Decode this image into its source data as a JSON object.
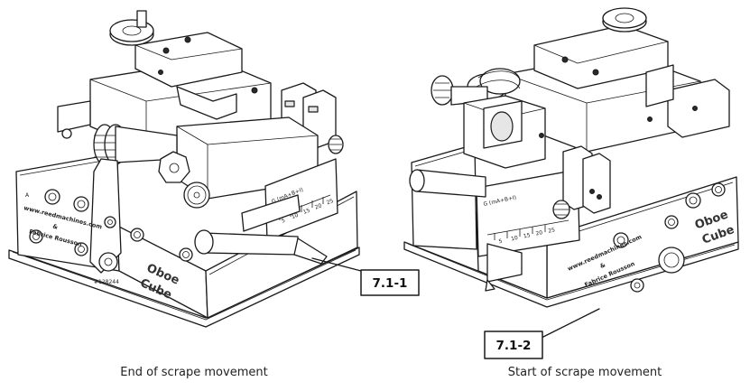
{
  "left_view": {
    "caption": "End of scrape movement",
    "label": "7.1-1",
    "brand_line1": "Oboe",
    "brand_line2": "Cube",
    "url": "www.reedmachines.com",
    "amp": "&",
    "author": "Fabrice Rousson",
    "scale_title": "G (mA+B+I)",
    "scale_ticks": [
      "5",
      "10",
      "15",
      "20",
      "25"
    ],
    "serial": "#128244",
    "mark_a": "A"
  },
  "right_view": {
    "caption": "Start of scrape movement",
    "label": "7.1-2",
    "brand_line1": "Oboe",
    "brand_line2": "Cube",
    "url": "www.reedmachines.com",
    "amp": "&",
    "author": "Fabrice Rousson",
    "scale_title": "G (mA+B+I)",
    "scale_ticks": [
      "5",
      "10",
      "15",
      "20",
      "25"
    ]
  }
}
